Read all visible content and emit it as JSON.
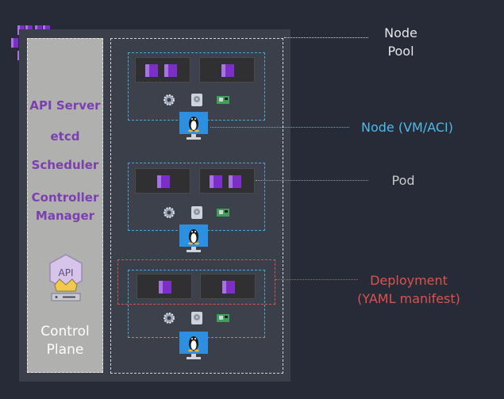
{
  "control_plane": {
    "items": [
      "API Server",
      "etcd",
      "Scheduler",
      "Controller",
      "Manager"
    ],
    "api_badge": "API",
    "title_line1": "Control",
    "title_line2": "Plane"
  },
  "callouts": {
    "node_pool_line1": "Node",
    "node_pool_line2": "Pool",
    "node": "Node (VM/ACI)",
    "pod": "Pod",
    "deployment_line1": "Deployment",
    "deployment_line2": "(YAML manifest)"
  },
  "colors": {
    "background": "#262b37",
    "control_plane_text": "#7b3fb0",
    "node_callout": "#4fb9e8",
    "deployment_callout": "#d9534f",
    "pod_callout": "#c9c9c9",
    "cube": "#7b2fc7"
  },
  "icons": [
    "kubernetes-cluster-icon",
    "container-icon",
    "gear-icon",
    "disk-icon",
    "network-card-icon",
    "linux-monitor-icon",
    "api-crown-icon"
  ]
}
